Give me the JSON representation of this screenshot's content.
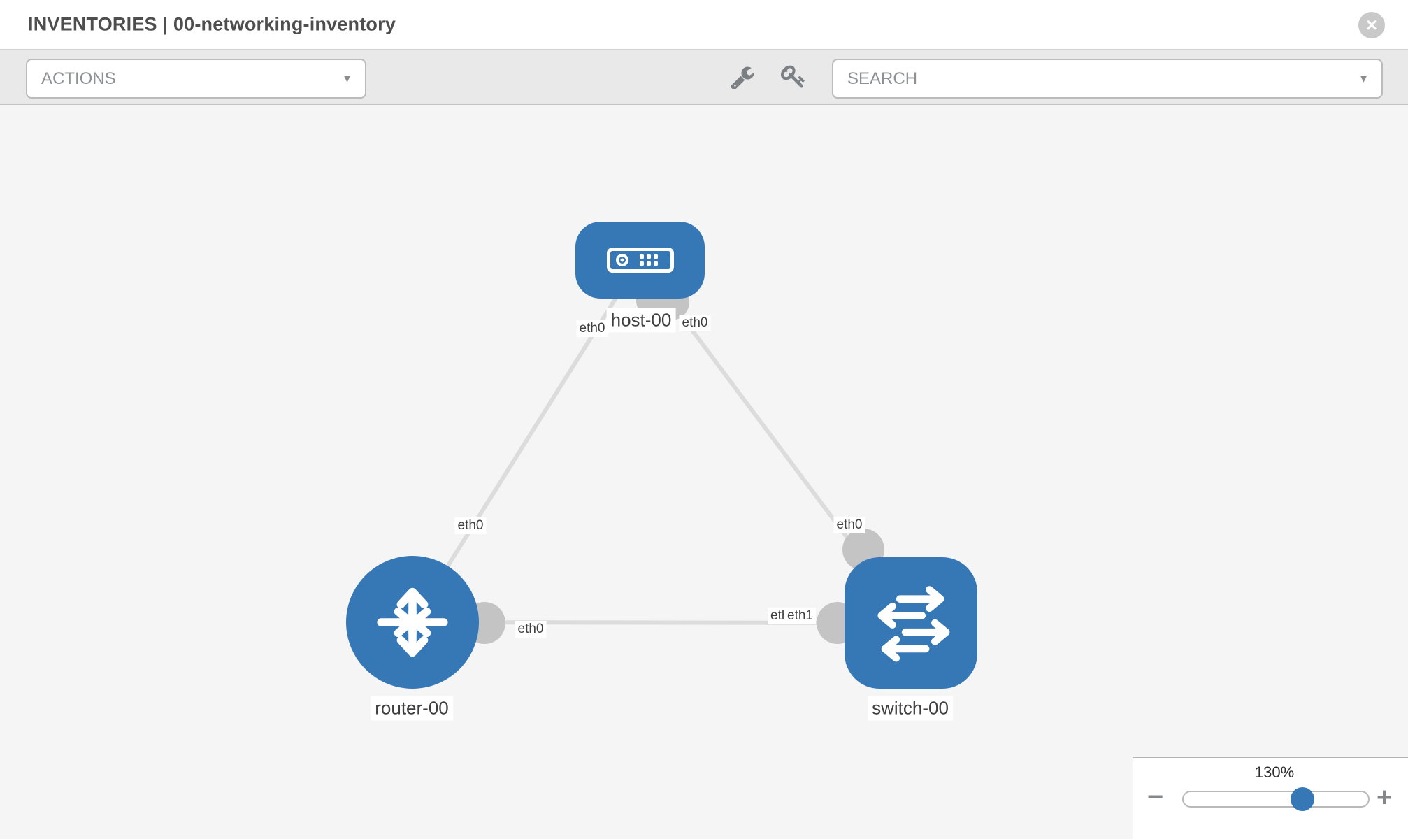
{
  "header": {
    "title": "INVENTORIES | 00-networking-inventory",
    "close_glyph": "×"
  },
  "toolbar": {
    "actions_label": "ACTIONS",
    "search_label": "SEARCH",
    "caret_glyph": "▼",
    "icons": [
      "wrench-icon",
      "key-icon"
    ]
  },
  "topology": {
    "nodes": [
      {
        "id": "host-00",
        "label": "host-00",
        "type": "host"
      },
      {
        "id": "router-00",
        "label": "router-00",
        "type": "router"
      },
      {
        "id": "switch-00",
        "label": "switch-00",
        "type": "switch"
      }
    ],
    "links": [
      {
        "from": "host-00",
        "to": "router-00",
        "from_iface": "eth0",
        "to_iface": "eth0"
      },
      {
        "from": "host-00",
        "to": "switch-00",
        "from_iface": "eth0",
        "to_iface": "eth0"
      },
      {
        "from": "router-00",
        "to": "switch-00",
        "from_iface": "eth0",
        "to_iface": "eth1"
      }
    ],
    "iface_labels": {
      "host_left": "eth0",
      "host_right": "eth0",
      "link_a_router_end": "eth0",
      "link_b_switch_end": "eth0",
      "link_c_router_end": "eth0",
      "link_c_switch_back": "eth0",
      "link_c_switch_front": "eth1"
    },
    "colors": {
      "node_blue": "#3578b5",
      "link_gray": "#dcdcdc",
      "port_gray": "#c4c4c4",
      "canvas_bg": "#f5f5f6"
    }
  },
  "zoom_control": {
    "level": "130%",
    "minus_glyph": "−",
    "plus_glyph": "+"
  }
}
